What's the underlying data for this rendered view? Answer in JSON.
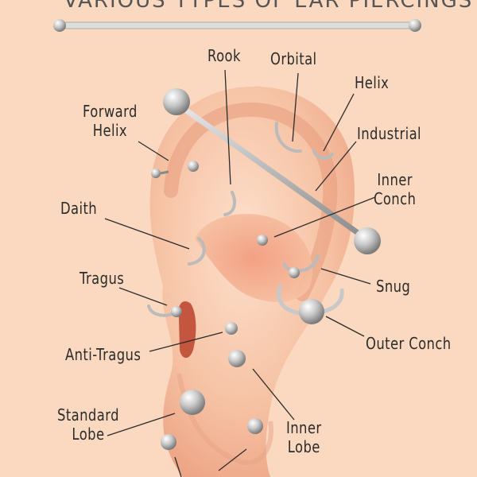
{
  "title": "VARIOUS TYPES OF EAR PIERCINGS",
  "labels": {
    "rook": "Rook",
    "orbital": "Orbital",
    "helix": "Helix",
    "forward_helix_1": "Forward",
    "forward_helix_2": "Helix",
    "industrial": "Industrial",
    "inner_conch_1": "Inner",
    "inner_conch_2": "Conch",
    "daith": "Daith",
    "tragus": "Tragus",
    "snug": "Snug",
    "outer_conch": "Outer Conch",
    "anti_tragus": "Anti-Tragus",
    "standard_lobe_1": "Standard",
    "standard_lobe_2": "Lobe",
    "inner_lobe_1": "Inner",
    "inner_lobe_2": "Lobe"
  },
  "colors": {
    "background": "#fbd9c0",
    "skin": "#f7bfa0",
    "skin_shadow": "#e89a7a",
    "metal": "#b5b5b5",
    "line": "#2b2b2b"
  }
}
